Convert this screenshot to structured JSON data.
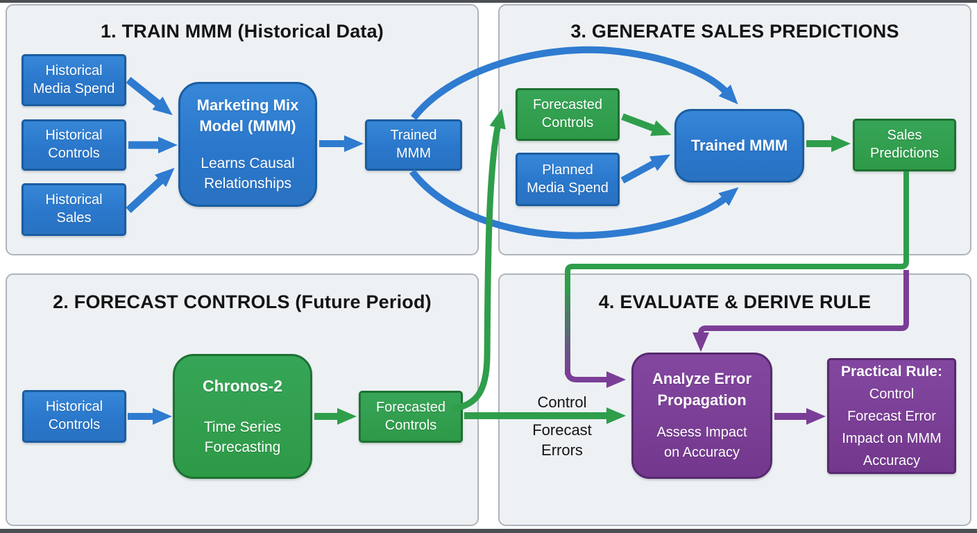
{
  "colors": {
    "blue_fill": "#2a77cb",
    "blue_border": "#1a5da1",
    "blue_arrow": "#2e7bd0",
    "green_fill": "#2d9a47",
    "green_border": "#1d7132",
    "green_arrow": "#2f9e4b",
    "purple_fill": "#73388d",
    "purple_border": "#57296f",
    "purple_arrow": "#7b3e97",
    "panel_bg": "#edf1f4",
    "panel_border": "#aeb4bb",
    "title_text": "#141414",
    "page_bg": "#ffffff"
  },
  "panels": [
    {
      "id": "train-mmm",
      "title": "1. TRAIN MMM (Historical Data)"
    },
    {
      "id": "forecast-controls",
      "title": "2. FORECAST CONTROLS (Future Period)"
    },
    {
      "id": "generate-sales",
      "title": "3. GENERATE SALES PREDICTIONS"
    },
    {
      "id": "evaluate-derive",
      "title": "4. EVALUATE & DERIVE RULE"
    }
  ],
  "nodes": {
    "historical_media_spend": "Historical\nMedia Spend",
    "historical_controls_train": "Historical\nControls",
    "historical_sales": "Historical\nSales",
    "mmm_title": "Marketing Mix\nModel (MMM)",
    "mmm_subtitle": "Learns Causal\nRelationships",
    "trained_mmm_train": "Trained\nMMM",
    "forecasted_controls_gen": "Forecasted\nControls",
    "planned_media_spend": "Planned\nMedia Spend",
    "trained_mmm_gen": "Trained MMM",
    "sales_predictions": "Sales\nPredictions",
    "historical_controls_forecast": "Historical\nControls",
    "chronos_title": "Chronos-2",
    "chronos_subtitle": "Time Series\nForecasting",
    "forecasted_controls_forecast": "Forecasted\nControls",
    "analyze_title": "Analyze Error\nPropagation",
    "analyze_subtitle": "Assess Impact\non Accuracy",
    "practical_title": "Practical Rule:",
    "practical_body": "Control\nForecast Error\nImpact on MMM\nAccuracy"
  },
  "edge_labels": {
    "control": "Control",
    "forecast_errors": "Forecast\nErrors"
  }
}
